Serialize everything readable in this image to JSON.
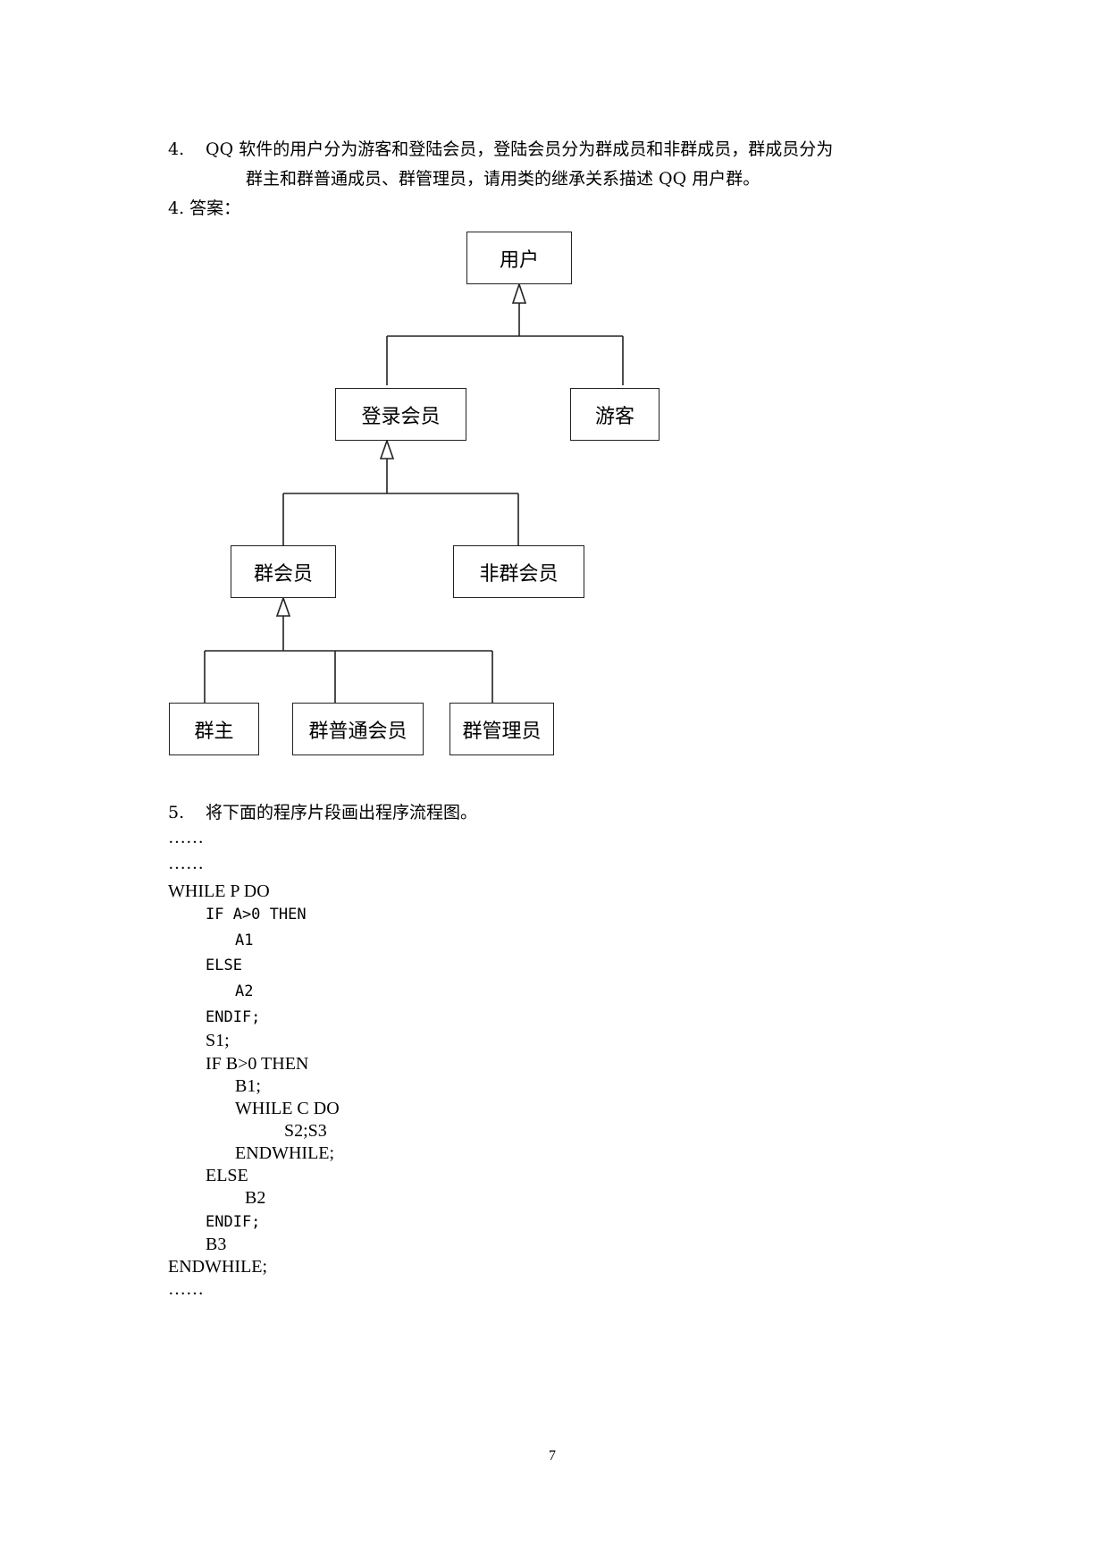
{
  "question4": {
    "number": "4.",
    "line1": "QQ 软件的用户分为游客和登陆会员，登陆会员分为群成员和非群成员，群成员分为",
    "line2": "群主和群普通成员、群管理员，请用类的继承关系描述 QQ 用户群。"
  },
  "answer4_label": "4. 答案：",
  "diagram": {
    "user": "用户",
    "login_member": "登录会员",
    "visitor": "游客",
    "group_member": "群会员",
    "non_group_member": "非群会员",
    "group_owner": "群主",
    "group_normal_member": "群普通会员",
    "group_admin": "群管理员"
  },
  "question5": {
    "number": "5.",
    "text": "将下面的程序片段画出程序流程图。"
  },
  "code": [
    "……",
    "……",
    "WHILE P DO",
    "IF A>0 THEN",
    "A1",
    "ELSE",
    "A2",
    "ENDIF;",
    "S1;",
    "IF B>0 THEN",
    "B1;",
    "WHILE C DO",
    "S2;S3",
    "ENDWHILE;",
    "ELSE",
    "B2",
    "ENDIF;",
    "B3",
    "ENDWHILE;",
    "……"
  ],
  "page_number": "7"
}
